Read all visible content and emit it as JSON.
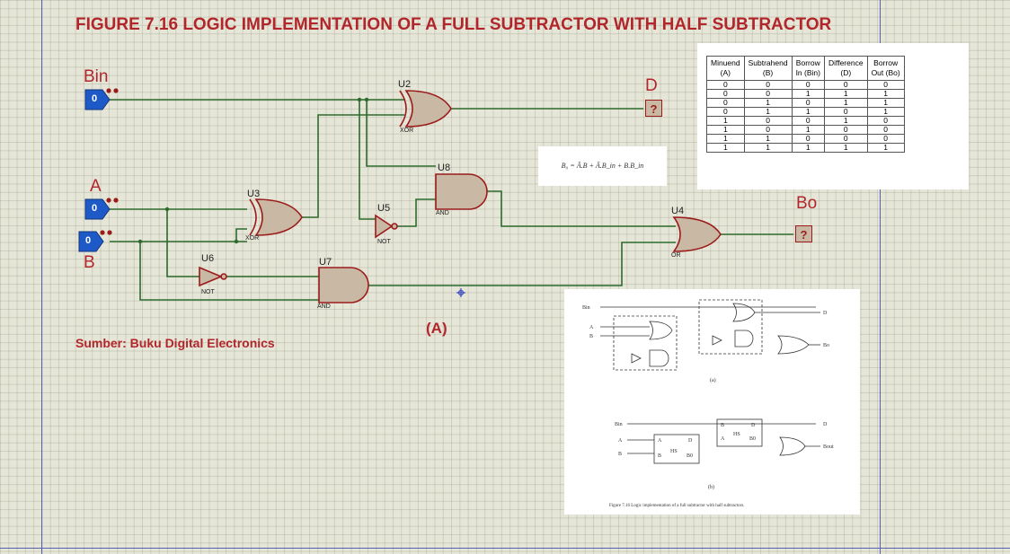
{
  "title": "FIGURE 7.16 LOGIC IMPLEMENTATION OF A FULL SUBTRACTOR WITH HALF SUBTRACTOR",
  "inputs": {
    "bin": {
      "label": "Bin",
      "value": "0"
    },
    "a": {
      "label": "A",
      "value": "0"
    },
    "b": {
      "label": "B",
      "value": "0"
    }
  },
  "outputs": {
    "d": {
      "label": "D",
      "value": "?"
    },
    "bo": {
      "label": "Bo",
      "value": "?"
    }
  },
  "components": {
    "u2": {
      "ref": "U2",
      "type": "XOR"
    },
    "u3": {
      "ref": "U3",
      "type": "XOR"
    },
    "u4": {
      "ref": "U4",
      "type": "OR"
    },
    "u5": {
      "ref": "U5",
      "type": "NOT"
    },
    "u6": {
      "ref": "U6",
      "type": "NOT"
    },
    "u7": {
      "ref": "U7",
      "type": "AND"
    },
    "u8": {
      "ref": "U8",
      "type": "AND"
    }
  },
  "source": "Sumber: Buku Digital Electronics",
  "figure_label": "(A)",
  "formula": "B₀ = Ā.B + Ā.B_in + B.B_in",
  "truth_table": {
    "headers": [
      [
        "Minuend",
        "(A)"
      ],
      [
        "Subtrahend",
        "(B)"
      ],
      [
        "Borrow",
        "In (Bin)"
      ],
      [
        "Difference",
        "(D)"
      ],
      [
        "Borrow",
        "Out (Bo)"
      ]
    ],
    "rows": [
      [
        "0",
        "0",
        "0",
        "0",
        "0"
      ],
      [
        "0",
        "0",
        "1",
        "1",
        "1"
      ],
      [
        "0",
        "1",
        "0",
        "1",
        "1"
      ],
      [
        "0",
        "1",
        "1",
        "0",
        "1"
      ],
      [
        "1",
        "0",
        "0",
        "1",
        "0"
      ],
      [
        "1",
        "0",
        "1",
        "0",
        "0"
      ],
      [
        "1",
        "1",
        "0",
        "0",
        "0"
      ],
      [
        "1",
        "1",
        "1",
        "1",
        "1"
      ]
    ]
  },
  "reference": {
    "labels_a": {
      "bin": "Bin",
      "a": "A",
      "b": "B",
      "d": "D",
      "bo": "Bo"
    },
    "caption_a": "(a)",
    "labels_b": {
      "bin": "Bin",
      "a": "A",
      "b": "B",
      "d": "D",
      "bo": "Bout",
      "hs1": "HS",
      "hs2": "HS",
      "hs1_in_a": "A",
      "hs1_in_b": "B",
      "hs1_out_d": "D",
      "hs1_out_b": "B0",
      "hs2_in_b": "B",
      "hs2_in_a": "A",
      "hs2_out_d": "D",
      "hs2_out_b": "B0"
    },
    "caption_b": "(b)",
    "figure_caption": "Figure 7.16   Logic implementation of a full subtractor with half subtractors."
  },
  "colors": {
    "wire": "#2d6b2d",
    "gate_stroke": "#9b1b1b",
    "gate_fill": "#c9b9a4",
    "input_fill": "#1d5ac7",
    "title": "#b2262b"
  }
}
